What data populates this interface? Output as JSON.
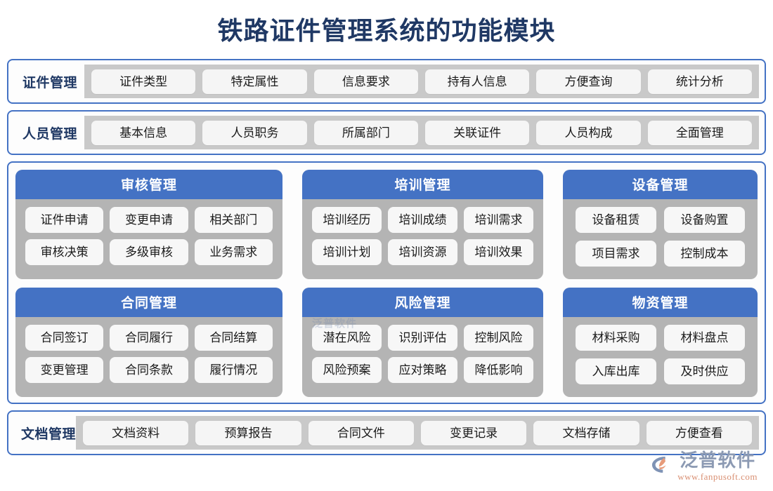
{
  "page": {
    "title": "铁路证件管理系统的功能模块",
    "colors": {
      "title": "#1F3864",
      "accent_blue": "#4472C4",
      "panel_gray": "#B4B4B4",
      "strip_gray": "#C9C9C9",
      "pill_bg": "#F5F5F5",
      "logo_blue": "#8C9AB3",
      "logo_orange": "#D98F72"
    }
  },
  "top_bands": [
    {
      "label": "证件管理",
      "items": [
        "证件类型",
        "特定属性",
        "信息要求",
        "持有人信息",
        "方便查询",
        "统计分析"
      ]
    },
    {
      "label": "人员管理",
      "items": [
        "基本信息",
        "人员职务",
        "所属部门",
        "关联证件",
        "人员构成",
        "全面管理"
      ]
    }
  ],
  "panels": [
    {
      "title": "审核管理",
      "columns": 3,
      "items": [
        "证件申请",
        "变更申请",
        "相关部门",
        "审核决策",
        "多级审核",
        "业务需求"
      ]
    },
    {
      "title": "培训管理",
      "columns": 3,
      "items": [
        "培训经历",
        "培训成绩",
        "培训需求",
        "培训计划",
        "培训资源",
        "培训效果"
      ]
    },
    {
      "title": "设备管理",
      "columns": 2,
      "items": [
        "设备租赁",
        "设备购置",
        "项目需求",
        "控制成本"
      ]
    },
    {
      "title": "合同管理",
      "columns": 3,
      "items": [
        "合同签订",
        "合同履行",
        "合同结算",
        "变更管理",
        "合同条款",
        "履行情况"
      ]
    },
    {
      "title": "风险管理",
      "columns": 3,
      "items": [
        "潜在风险",
        "识别评估",
        "控制风险",
        "风险预案",
        "应对策略",
        "降低影响"
      ]
    },
    {
      "title": "物资管理",
      "columns": 2,
      "items": [
        "材料采购",
        "材料盘点",
        "入库出库",
        "及时供应"
      ]
    }
  ],
  "watermark": "泛普软件",
  "bottom_band": {
    "label": "文档管理",
    "items": [
      "文档资料",
      "预算报告",
      "合同文件",
      "变更记录",
      "文档存储",
      "方便查看"
    ]
  },
  "footer": {
    "logo_name": "泛普软件",
    "logo_url": "www.fanpusoft.com",
    "logo_icon": "fanpu-swoosh-logo-icon"
  }
}
